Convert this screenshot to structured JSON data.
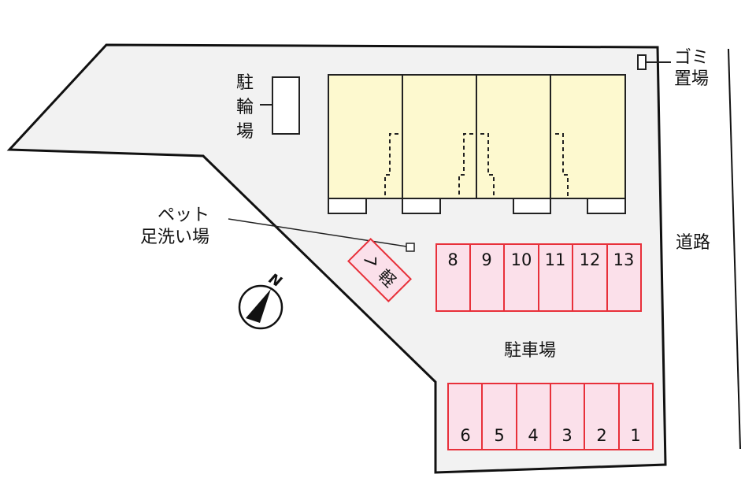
{
  "labels": {
    "bicycle_parking": [
      "駐",
      "輪",
      "場"
    ],
    "garbage": [
      "ゴミ",
      "置場"
    ],
    "road": "道路",
    "pet_wash": [
      "ペット",
      "足洗い場"
    ],
    "car_parking": "駐車場",
    "compass_north": "N"
  },
  "parking": {
    "light_car_space": {
      "number": "7",
      "note": "軽"
    },
    "top_row": [
      "8",
      "9",
      "10",
      "11",
      "12",
      "13"
    ],
    "bottom_row": [
      "6",
      "5",
      "4",
      "3",
      "2",
      "1"
    ]
  },
  "colors": {
    "lot": "#f2f2f2",
    "building": "#fdf9cf",
    "parking_fill": "#fbe0ea",
    "parking_stroke": "#e8303a"
  }
}
